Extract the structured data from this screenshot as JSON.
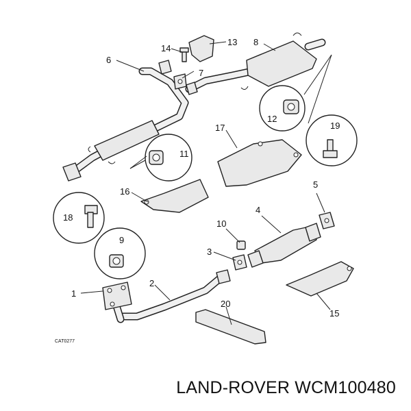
{
  "diagram": {
    "callouts": {
      "n1": "1",
      "n2": "2",
      "n3": "3",
      "n4": "4",
      "n5": "5",
      "n6": "6",
      "n7": "7",
      "n8": "8",
      "n9": "9",
      "n10": "10",
      "n11": "11",
      "n12": "12",
      "n13": "13",
      "n14": "14",
      "n15": "15",
      "n16": "16",
      "n17": "17",
      "n18": "18",
      "n19": "19",
      "n20": "20"
    },
    "catalog_code": "CAT0277"
  },
  "caption": "LAND-ROVER WCM100480"
}
